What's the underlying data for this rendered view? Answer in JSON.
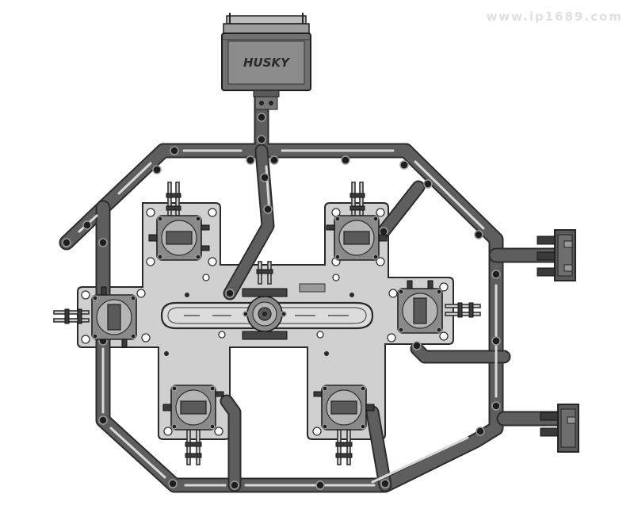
{
  "watermark": "www.ip1689.com",
  "controller": {
    "brand_label": "HUSKY"
  },
  "colors": {
    "plate_fill": "#d0d0d0",
    "beam_fill": "#5e5e5e",
    "outline": "#2a2a2a",
    "background": "#ffffff"
  },
  "icons": [
    "husky-controller-box",
    "hot-runner-nozzle",
    "inlet-nozzle",
    "manifold-plate",
    "connector-block"
  ]
}
